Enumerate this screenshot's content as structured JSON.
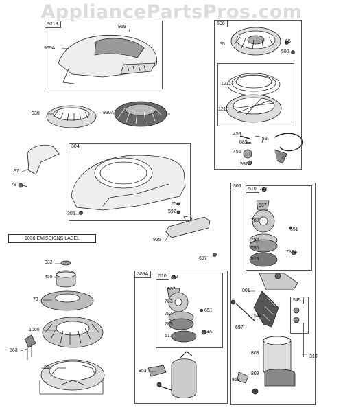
{
  "watermark": "AppliancePartsPros.com",
  "emissions_label": "1036 EMISSIONS LABEL",
  "groups": {
    "g9218": "9218",
    "g608": "608",
    "g304": "304",
    "g309": "309",
    "g510a": "510",
    "g545": "545",
    "g309a": "309A",
    "g510b": "510"
  },
  "parts": {
    "p969": "969",
    "p969a": "969A",
    "p55": "55",
    "p65a": "65",
    "p592a": "592",
    "p1211": "1211",
    "p1210": "1210",
    "p459": "459",
    "p689": "689",
    "p58": "58",
    "p456": "456",
    "p597": "597",
    "p60": "60",
    "p930": "930",
    "p930a": "930A",
    "p37": "37",
    "p78": "78",
    "p305": "305",
    "p65b": "65",
    "p592b": "592",
    "p925": "925",
    "p697a": "697",
    "p742a": "742",
    "p937a": "937",
    "p783a": "783",
    "p651a": "651",
    "p784a": "784",
    "p785a": "785",
    "p783Aa": "783A",
    "p513a": "513",
    "p332": "332",
    "p455": "455",
    "p73": "73",
    "p1005": "1005",
    "p363": "363",
    "p23": "23",
    "p742b": "742",
    "p937b": "937",
    "p783b": "783",
    "p651b": "651",
    "p784b": "784",
    "p785b": "785",
    "p783Ab": "783A",
    "p513b": "513",
    "p853a": "853",
    "p801": "801",
    "p544": "544",
    "p697b": "697",
    "p803a": "803",
    "p310": "310",
    "p853b": "853",
    "p803b": "803"
  }
}
